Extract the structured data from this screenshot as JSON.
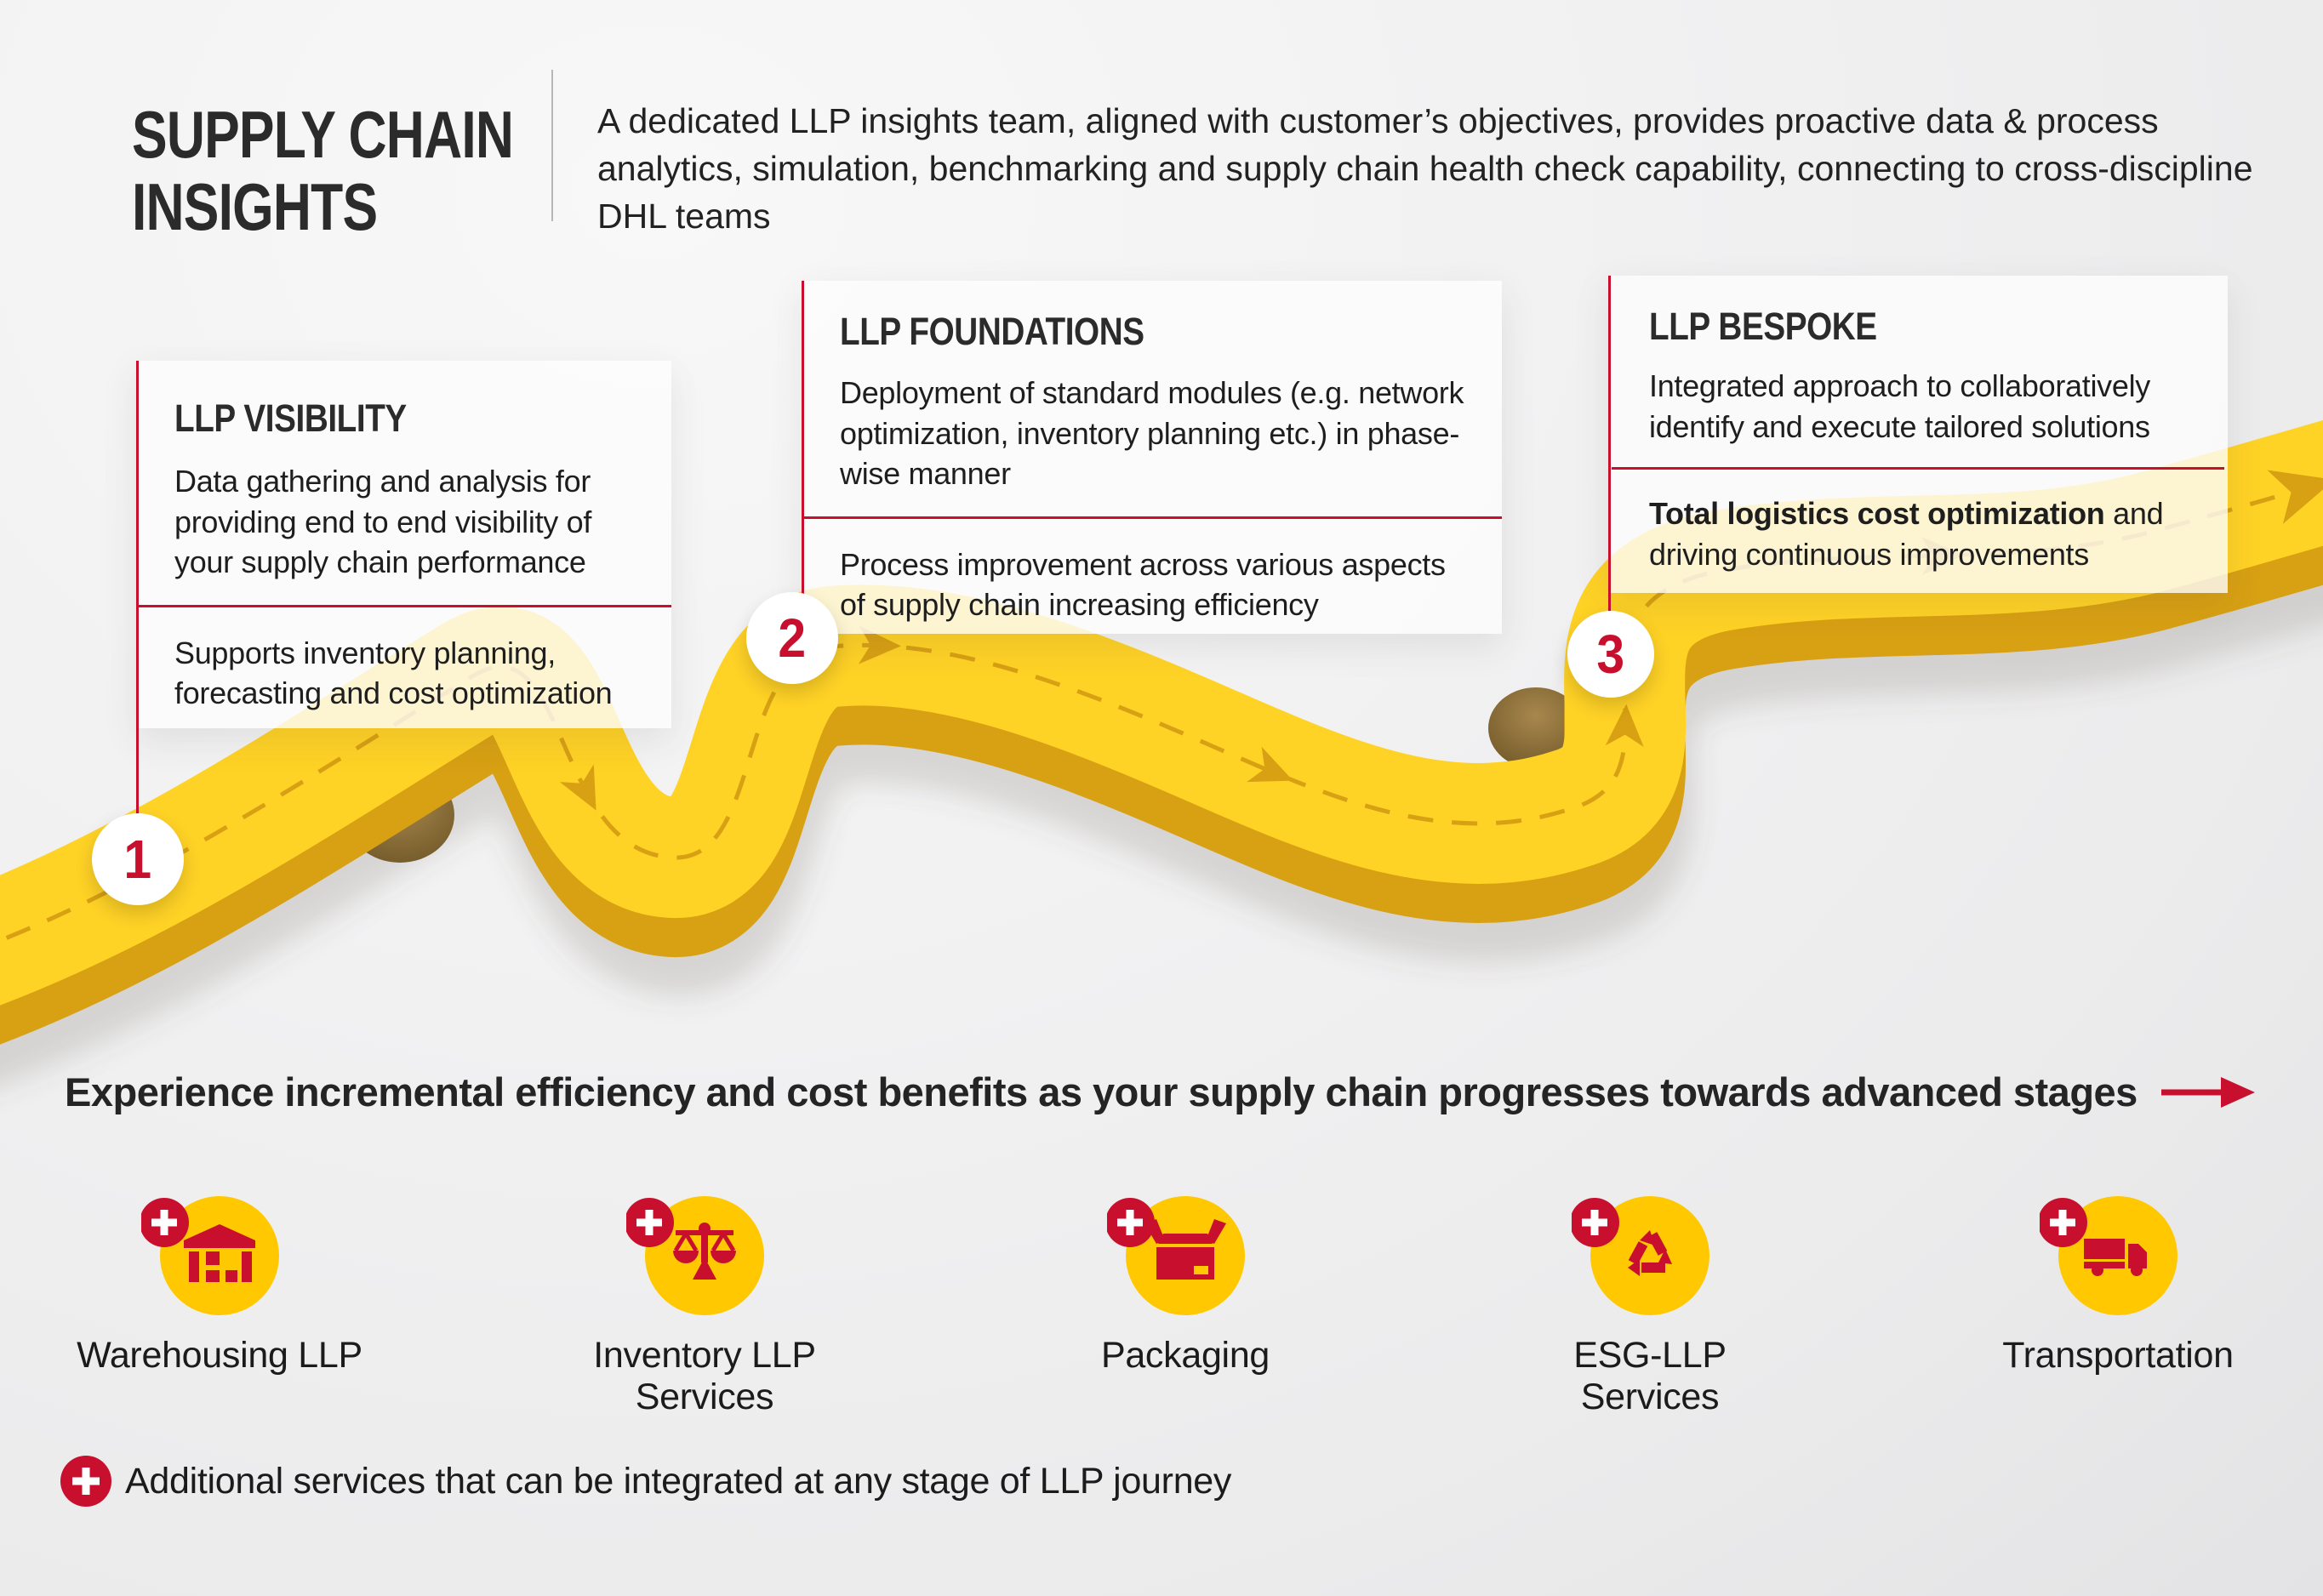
{
  "colors": {
    "red": "#C8102E",
    "yellow": "#FFC800",
    "road_top": "#FFD226",
    "road_side": "#D8A013",
    "hole_brown_light": "#A8874D",
    "hole_brown_dark": "#6F5727",
    "background": "#F0F0F1",
    "text_dark": "#262626"
  },
  "header": {
    "title_line1": "SUPPLY CHAIN",
    "title_line2": "INSIGHTS",
    "intro": "A dedicated LLP insights team,  aligned with customer’s objectives, provides proactive data & process analytics, simulation, benchmarking and supply chain health check capability, connecting to cross-discipline DHL teams"
  },
  "stages": [
    {
      "number": "1",
      "title": "LLP VISIBILITY",
      "para1": "Data gathering and analysis for providing end to end visibility of your supply chain performance",
      "para2": "Supports inventory planning, forecasting and cost optimization"
    },
    {
      "number": "2",
      "title": "LLP FOUNDATIONS",
      "para1": "Deployment of standard modules (e.g. network optimization, inventory planning etc.) in phase-wise manner",
      "para2": "Process improvement across various aspects of supply chain increasing efficiency"
    },
    {
      "number": "3",
      "title": "LLP BESPOKE",
      "para1": "Integrated approach to collaboratively identify and execute tailored solutions",
      "para2_bold": "Total logistics cost optimization",
      "para2": " and driving continuous improvements"
    }
  ],
  "tagline": {
    "text": "Experience incremental efficiency and cost benefits as your supply chain progresses towards advanced stages",
    "arrow_icon": "right-arrow-icon"
  },
  "services": [
    {
      "label": "Warehousing LLP",
      "icon": "warehouse-icon",
      "badge": "plus-icon"
    },
    {
      "label": "Inventory LLP Services",
      "icon": "scales-icon",
      "badge": "plus-icon"
    },
    {
      "label": "Packaging",
      "icon": "open-box-icon",
      "badge": "plus-icon"
    },
    {
      "label": "ESG-LLP Services",
      "icon": "recycle-icon",
      "badge": "plus-icon"
    },
    {
      "label": "Transportation",
      "icon": "truck-icon",
      "badge": "plus-icon"
    }
  ],
  "footer": {
    "icon": "plus-icon",
    "note": "Additional services that can be integrated at any stage of LLP journey"
  },
  "road": {
    "stage_count": 3,
    "arrow_fractions": [
      0.085,
      0.27,
      0.42,
      0.56,
      0.7,
      0.845,
      0.968
    ]
  }
}
